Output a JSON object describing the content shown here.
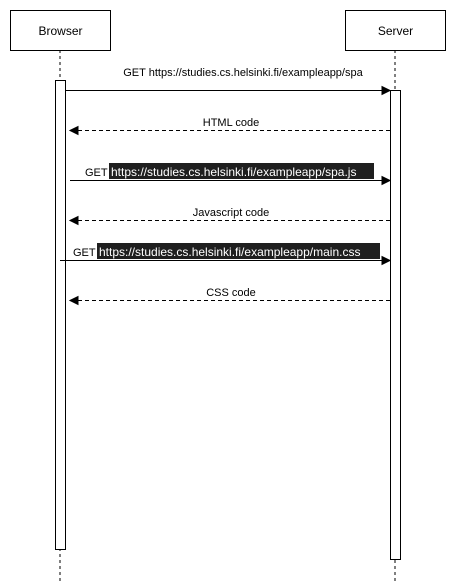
{
  "actors": {
    "browser": "Browser",
    "server": "Server"
  },
  "messages": [
    {
      "id": "m1",
      "label": "GET https://studies.cs.helsinki.fi/exampleapp/spa",
      "direction": "request",
      "style": "solid"
    },
    {
      "id": "m2",
      "label": "HTML code",
      "direction": "response",
      "style": "dashed"
    },
    {
      "id": "m3",
      "method": "GET",
      "url": "https://studies.cs.helsinki.fi/exampleapp/spa.js",
      "direction": "request",
      "style": "solid",
      "highlighted_url": true
    },
    {
      "id": "m4",
      "label": "Javascript code",
      "direction": "response",
      "style": "dashed"
    },
    {
      "id": "m5",
      "method": "GET",
      "url": "https://studies.cs.helsinki.fi/exampleapp/main.css",
      "direction": "request",
      "style": "solid",
      "highlighted_url": true
    },
    {
      "id": "m6",
      "label": "CSS code",
      "direction": "response",
      "style": "dashed"
    }
  ],
  "colors": {
    "line": "#000000",
    "url_highlight_bg": "#1f1f1f",
    "url_highlight_text": "#ffffff"
  }
}
